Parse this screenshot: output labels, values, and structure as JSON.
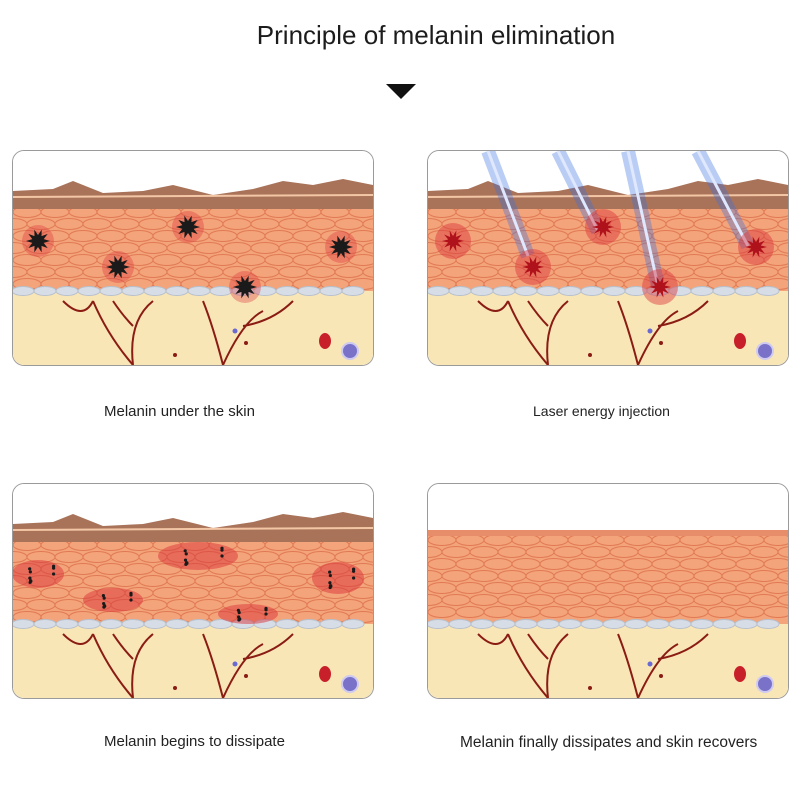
{
  "title": "Principle of melanin elimination",
  "panels": [
    {
      "caption": "Melanin under the skin",
      "stage": "melanin"
    },
    {
      "caption": "Laser energy injection",
      "stage": "laser"
    },
    {
      "caption": "Melanin begins to dissipate",
      "stage": "dissipate"
    },
    {
      "caption": "Melanin finally dissipates and skin recovers",
      "stage": "recovered"
    }
  ],
  "colors": {
    "skin_top": "#a9735a",
    "cell": "#f4a47a",
    "cell_line": "#e07a55",
    "membrane": "#d7dde6",
    "dermis": "#f9e6b7",
    "vessel": "#8a1c14",
    "melanin": "#1a1a1a",
    "inflammation": "#d9333a",
    "laser": "#3a6fe0",
    "blood_cell": "#c8202a",
    "lymph_cell": "#7a72c8"
  }
}
